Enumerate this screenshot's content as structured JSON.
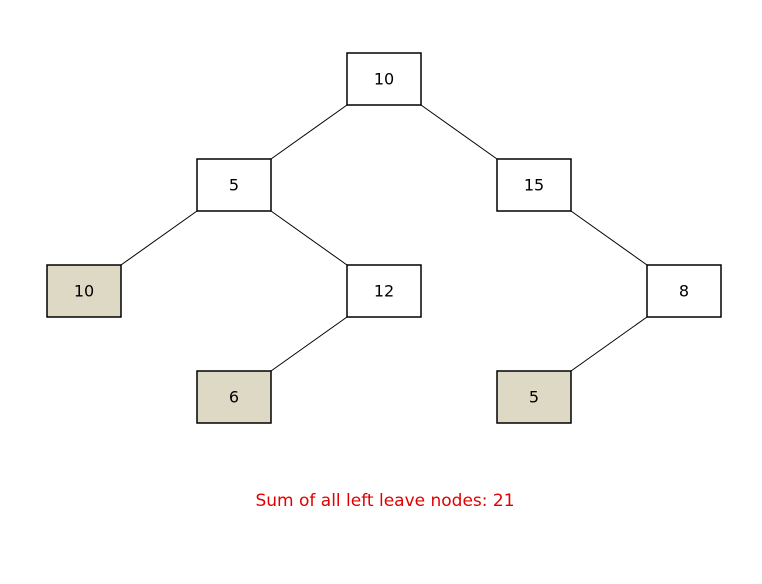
{
  "tree": {
    "root": "n1",
    "colors": {
      "highlight_fill": "#ddd9c4",
      "normal_fill": "#ffffff",
      "border": "#000000",
      "edge": "#000000"
    },
    "nodes": [
      {
        "id": "n1",
        "value": "10",
        "left_leaf": false
      },
      {
        "id": "n2",
        "value": "5",
        "left_leaf": false
      },
      {
        "id": "n3",
        "value": "15",
        "left_leaf": false
      },
      {
        "id": "n4",
        "value": "10",
        "left_leaf": true
      },
      {
        "id": "n5",
        "value": "12",
        "left_leaf": false
      },
      {
        "id": "n6",
        "value": "8",
        "left_leaf": false
      },
      {
        "id": "n7",
        "value": "6",
        "left_leaf": true
      },
      {
        "id": "n8",
        "value": "5",
        "left_leaf": true
      }
    ],
    "edges": [
      {
        "from": "n1",
        "to": "n2"
      },
      {
        "from": "n1",
        "to": "n3"
      },
      {
        "from": "n2",
        "to": "n4"
      },
      {
        "from": "n2",
        "to": "n5"
      },
      {
        "from": "n3",
        "to": "n6"
      },
      {
        "from": "n5",
        "to": "n7"
      },
      {
        "from": "n6",
        "to": "n8"
      }
    ]
  },
  "caption": {
    "text": "Sum of all left leave nodes: 21",
    "color": "#e00000"
  }
}
